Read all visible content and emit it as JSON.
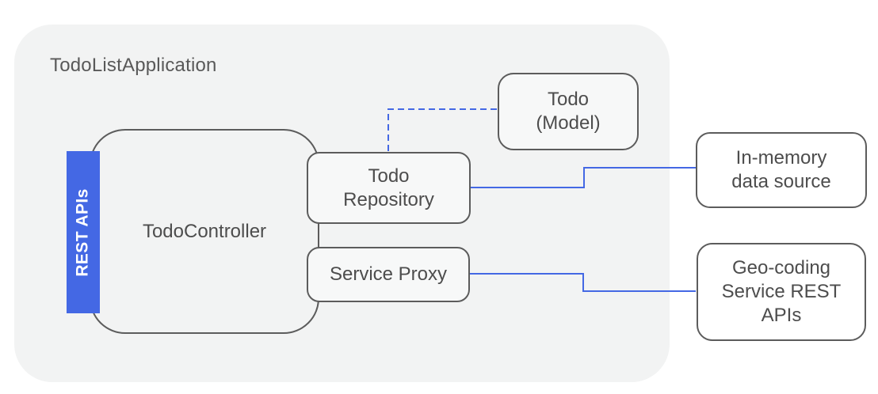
{
  "diagram": {
    "title": "TodoListApplication",
    "rest_badge": {
      "label": "REST APIs"
    },
    "nodes": {
      "controller": {
        "label": "TodoController"
      },
      "repository": {
        "line1": "Todo",
        "line2": "Repository"
      },
      "service_proxy": {
        "label": "Service Proxy"
      },
      "model": {
        "line1": "Todo",
        "line2": "(Model)"
      },
      "in_memory": {
        "line1": "In-memory",
        "line2": "data source"
      },
      "geocoding": {
        "line1": "Geo-coding",
        "line2": "Service REST",
        "line3": "APIs"
      }
    },
    "connectors": {
      "repository_to_model": "dashed association",
      "repository_to_in_memory": "solid link",
      "service_proxy_to_geocoding": "solid link"
    },
    "colors": {
      "accent_blue": "#4468e4",
      "boundary_fill": "#f2f3f3",
      "node_border": "#5c5c5c",
      "node_fill_inner": "#f7f8f8",
      "node_fill_outer": "#ffffff",
      "text": "#4d4d4d"
    }
  }
}
